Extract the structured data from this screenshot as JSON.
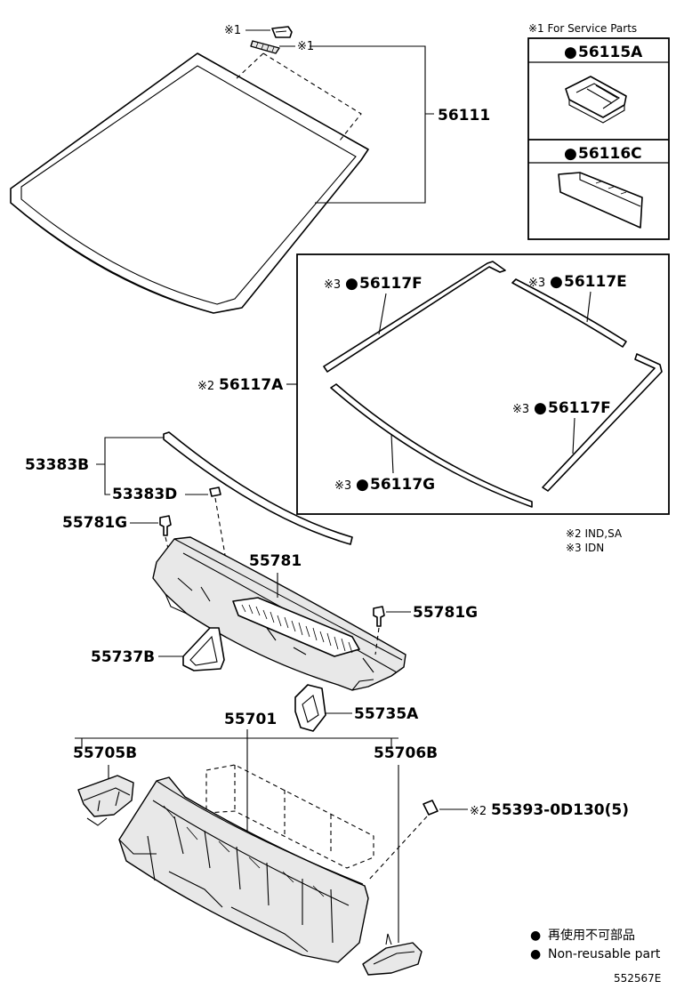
{
  "service_box": {
    "title": "※1 For Service Parts",
    "parts": [
      {
        "bullet": "●",
        "number": "56115A"
      },
      {
        "bullet": "●",
        "number": "56116C"
      }
    ]
  },
  "molding_box": {
    "labels": [
      {
        "note": "※3",
        "bullet": "●",
        "number": "56117F"
      },
      {
        "note": "※3",
        "bullet": "●",
        "number": "56117E"
      },
      {
        "note": "※3",
        "bullet": "●",
        "number": "56117F"
      },
      {
        "note": "※3",
        "bullet": "●",
        "number": "56117G"
      }
    ],
    "assembly": {
      "note": "※2",
      "number": "56117A"
    }
  },
  "windshield": {
    "number": "56111",
    "marks": [
      "※1",
      "※1"
    ]
  },
  "notes": [
    "※2 IND,SA",
    "※3 IDN"
  ],
  "cowl_parts": [
    {
      "number": "53383B"
    },
    {
      "number": "53383D"
    },
    {
      "number": "55781G"
    },
    {
      "number": "55781"
    },
    {
      "number": "55781G"
    },
    {
      "number": "55737B"
    },
    {
      "number": "55735A"
    },
    {
      "number": "55701"
    },
    {
      "number": "55705B"
    },
    {
      "number": "55706B"
    },
    {
      "note": "※2",
      "number": "55393-0D130(5)"
    }
  ],
  "legend": [
    {
      "bullet": "●",
      "text": "再使用不可部品"
    },
    {
      "bullet": "●",
      "text": "Non-reusable part"
    }
  ],
  "diagram_code": "552567E"
}
